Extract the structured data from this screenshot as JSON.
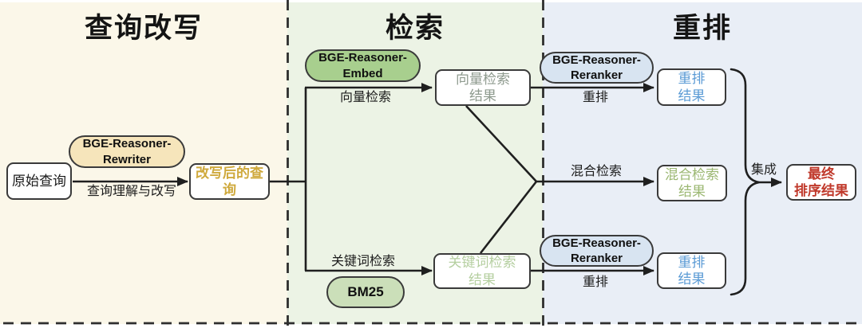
{
  "diagram": {
    "sections": [
      {
        "id": "rewrite",
        "title": "查询改写"
      },
      {
        "id": "retrieval",
        "title": "检索"
      },
      {
        "id": "rerank",
        "title": "重排"
      }
    ],
    "nodes": {
      "original_query": "原始查询",
      "rewriter_model": "BGE-Reasoner-\nRewriter",
      "rewritten_query": "改写后的查询",
      "embed_model": "BGE-Reasoner-\nEmbed",
      "vector_result": "向量检索\n结果",
      "bm25_model": "BM25",
      "keyword_result": "关键词检索\n结果",
      "reranker_model_top": "BGE-Reasoner-\nReranker",
      "rerank_result_top": "重排\n结果",
      "hybrid_result": "混合检索\n结果",
      "reranker_model_bottom": "BGE-Reasoner-\nReranker",
      "rerank_result_bottom": "重排\n结果",
      "final_result": "最终\n排序结果"
    },
    "edge_labels": {
      "rewrite_edge": "查询理解与改写",
      "vector_edge": "向量检索",
      "keyword_edge": "关键词检索",
      "hybrid_edge": "混合检索",
      "rerank_edge_top": "重排",
      "rerank_edge_bottom": "重排",
      "ensemble_edge": "集成"
    },
    "colors": {
      "rewrite_panel_bg": "#FBF7E9",
      "retrieval_panel_bg": "#ECF3E5",
      "rerank_panel_bg": "#E9EEF6",
      "rewriter_pill_fill": "#F6E5BB",
      "embed_pill_fill": "#A8CF8E",
      "bm25_pill_fill": "#CBDFB9",
      "reranker_pill_fill": "#D8E4F1",
      "rewritten_query_text": "#CFA93C",
      "vector_result_text": "#8E9A8E",
      "keyword_result_text": "#B5CFA0",
      "hybrid_result_text": "#9CB873",
      "rerank_result_text": "#5B9BD5",
      "final_result_text": "#C0392B",
      "line_color": "#1F1F1F"
    }
  }
}
